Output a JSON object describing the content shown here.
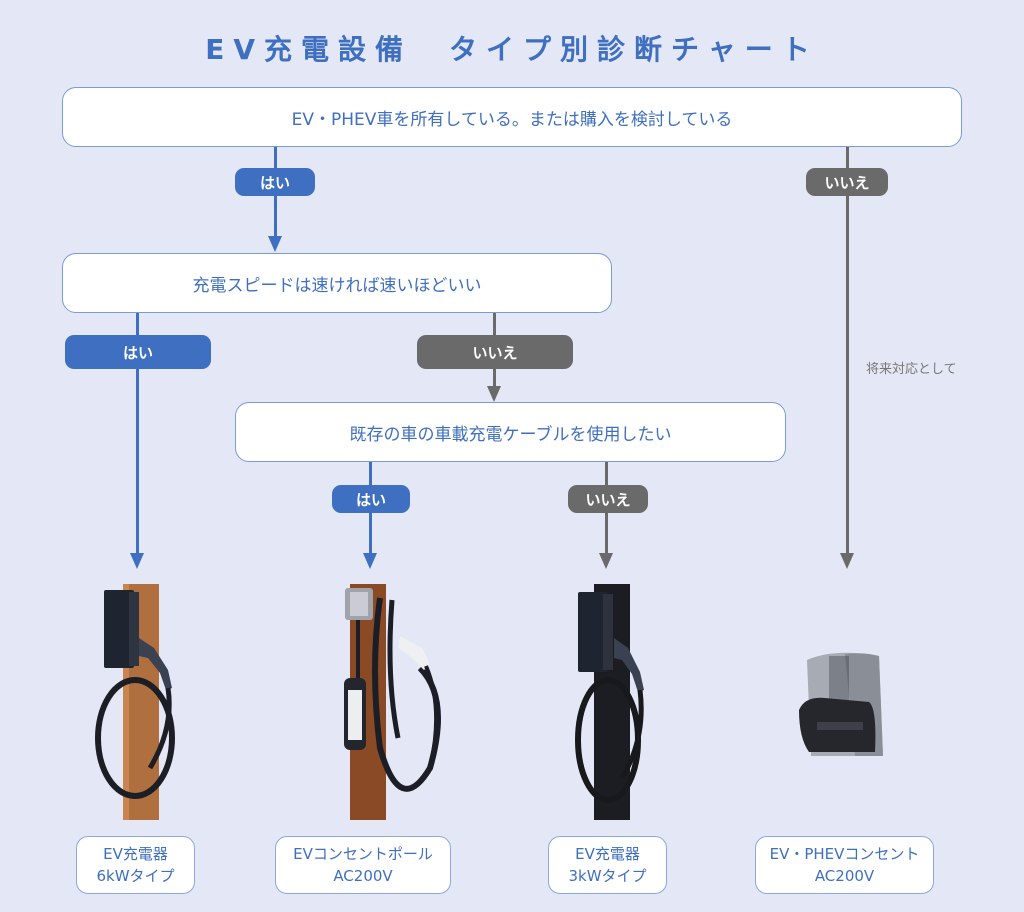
{
  "title": "EV充電設備　タイプ別診断チャート",
  "questions": {
    "q1": "EV・PHEV車を所有している。または購入を検討している",
    "q2": "充電スピードは速ければ速いほどいい",
    "q3": "既存の車の車載充電ケーブルを使用したい"
  },
  "answers": {
    "yes": "はい",
    "no": "いいえ"
  },
  "note_future": "将来対応として",
  "results": [
    {
      "line1": "EV充電器",
      "line2": "6kWタイプ",
      "image": "wall-charger-on-wood-pole"
    },
    {
      "line1": "EVコンセントポール",
      "line2": "AC200V",
      "image": "outlet-pole-with-portable-cable"
    },
    {
      "line1": "EV充電器",
      "line2": "3kWタイプ",
      "image": "wall-charger-on-black-pole"
    },
    {
      "line1": "EV・PHEVコンセント",
      "line2": "AC200V",
      "image": "wall-outlet-unit"
    }
  ],
  "colors": {
    "background": "#e4e7f5",
    "accent_blue": "#3f6fc0",
    "no_gray": "#6a6a6a"
  }
}
